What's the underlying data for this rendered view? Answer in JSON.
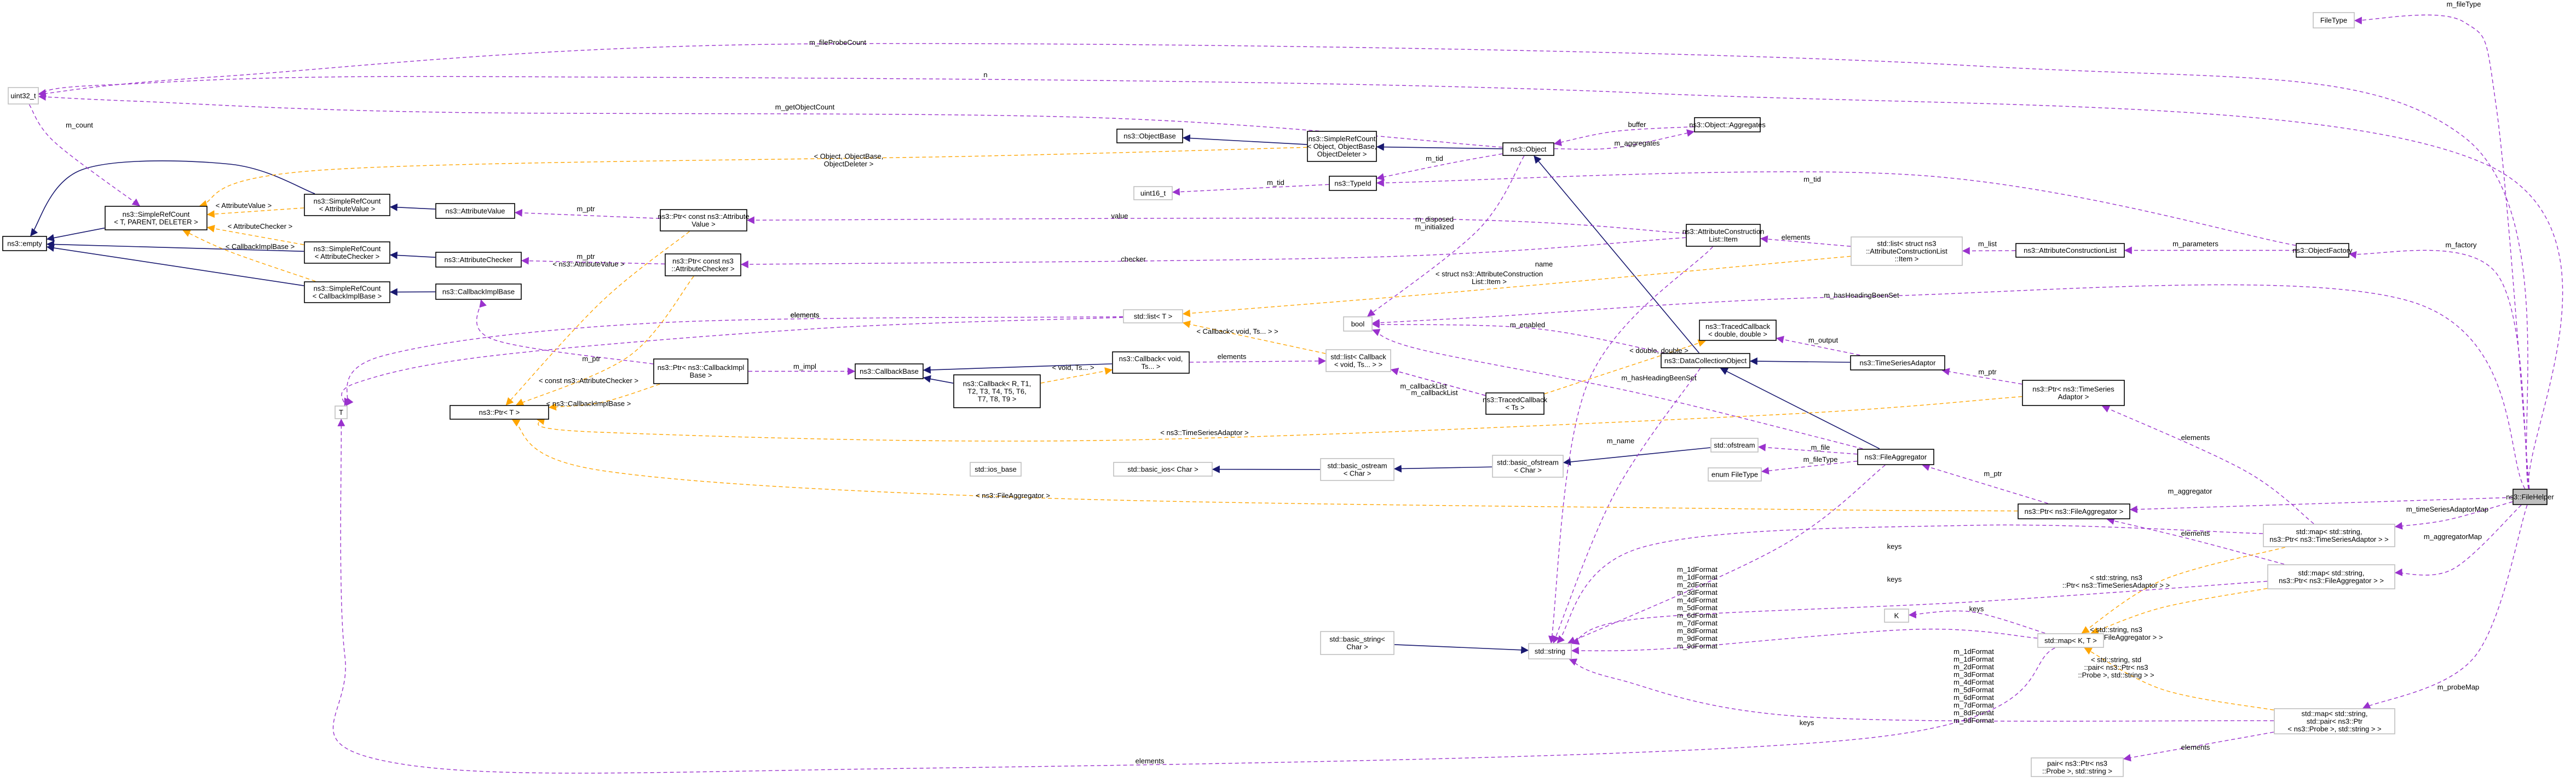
{
  "nodes": [
    {
      "id": "filehelper",
      "lines": [
        "ns3::FileHelper"
      ],
      "style": "highlight"
    },
    {
      "id": "filetype",
      "lines": [
        "FileType"
      ],
      "style": "external"
    },
    {
      "id": "uint32",
      "lines": [
        "uint32_t"
      ],
      "style": "external"
    },
    {
      "id": "empty",
      "lines": [
        "ns3::empty"
      ],
      "style": "normal"
    },
    {
      "id": "simplerefcount_t",
      "lines": [
        "ns3::SimpleRefCount",
        "< T, PARENT, DELETER >"
      ],
      "style": "normal"
    },
    {
      "id": "simplerefcount_attrvalue",
      "lines": [
        "ns3::SimpleRefCount",
        "< AttributeValue >"
      ],
      "style": "normal"
    },
    {
      "id": "simplerefcount_attrchecker",
      "lines": [
        "ns3::SimpleRefCount",
        "< AttributeChecker >"
      ],
      "style": "normal"
    },
    {
      "id": "simplerefcount_callbackimpl",
      "lines": [
        "ns3::SimpleRefCount",
        "< CallbackImplBase >"
      ],
      "style": "normal"
    },
    {
      "id": "attributevalue",
      "lines": [
        "ns3::AttributeValue"
      ],
      "style": "normal"
    },
    {
      "id": "attributechecker",
      "lines": [
        "ns3::AttributeChecker"
      ],
      "style": "normal"
    },
    {
      "id": "callbackimplbase",
      "lines": [
        "ns3::CallbackImplBase"
      ],
      "style": "normal"
    },
    {
      "id": "ptr_attrvalue",
      "lines": [
        "ns3::Ptr< const ns3::Attribute",
        "Value >"
      ],
      "style": "normal"
    },
    {
      "id": "ptr_attrchecker",
      "lines": [
        "ns3::Ptr< const ns3",
        "::AttributeChecker >"
      ],
      "style": "normal"
    },
    {
      "id": "ptr_callbackimpl",
      "lines": [
        "ns3::Ptr< ns3::CallbackImpl",
        "Base >"
      ],
      "style": "normal"
    },
    {
      "id": "ptr_t",
      "lines": [
        "ns3::Ptr< T >"
      ],
      "style": "normal"
    },
    {
      "id": "t",
      "lines": [
        "T"
      ],
      "style": "external"
    },
    {
      "id": "objectbase",
      "lines": [
        "ns3::ObjectBase"
      ],
      "style": "normal"
    },
    {
      "id": "simplerefcount_object",
      "lines": [
        "ns3::SimpleRefCount",
        "< Object, ObjectBase,",
        "ObjectDeleter >"
      ],
      "style": "normal"
    },
    {
      "id": "object",
      "lines": [
        "ns3::Object"
      ],
      "style": "normal"
    },
    {
      "id": "aggregates",
      "lines": [
        "ns3::Object::Aggregates"
      ],
      "style": "normal"
    },
    {
      "id": "typeid",
      "lines": [
        "ns3::TypeId"
      ],
      "style": "normal"
    },
    {
      "id": "uint16",
      "lines": [
        "uint16_t"
      ],
      "style": "external"
    },
    {
      "id": "bool",
      "lines": [
        "bool"
      ],
      "style": "external"
    },
    {
      "id": "list_t",
      "lines": [
        "std::list< T >"
      ],
      "style": "external"
    },
    {
      "id": "callbackbase",
      "lines": [
        "ns3::CallbackBase"
      ],
      "style": "normal"
    },
    {
      "id": "callback_void_ts",
      "lines": [
        "ns3::Callback< void,",
        "Ts... >"
      ],
      "style": "normal"
    },
    {
      "id": "callback_r",
      "lines": [
        "ns3::Callback< R, T1,",
        "T2, T3, T4, T5, T6,",
        "T7, T8, T9 >"
      ],
      "style": "normal"
    },
    {
      "id": "list_callback",
      "lines": [
        "std::list< Callback",
        "< void, Ts... > >"
      ],
      "style": "external"
    },
    {
      "id": "tracedcallback_ts",
      "lines": [
        "ns3::TracedCallback",
        "< Ts >"
      ],
      "style": "normal"
    },
    {
      "id": "attrconstruction_item",
      "lines": [
        "ns3::AttributeConstruction",
        "List::Item"
      ],
      "style": "normal"
    },
    {
      "id": "list_item",
      "lines": [
        "std::list< struct ns3",
        "::AttributeConstructionList",
        "::Item >"
      ],
      "style": "external"
    },
    {
      "id": "attrconstructionlist",
      "lines": [
        "ns3::AttributeConstructionList"
      ],
      "style": "normal"
    },
    {
      "id": "objectfactory",
      "lines": [
        "ns3::ObjectFactory"
      ],
      "style": "normal"
    },
    {
      "id": "tracedcallback_double",
      "lines": [
        "ns3::TracedCallback",
        "< double, double >"
      ],
      "style": "normal"
    },
    {
      "id": "timeseriesadaptor",
      "lines": [
        "ns3::TimeSeriesAdaptor"
      ],
      "style": "normal"
    },
    {
      "id": "datacollectionobject",
      "lines": [
        "ns3::DataCollectionObject"
      ],
      "style": "normal"
    },
    {
      "id": "ptr_timeseries",
      "lines": [
        "ns3::Ptr< ns3::TimeSeries",
        "Adaptor >"
      ],
      "style": "normal"
    },
    {
      "id": "ofstream",
      "lines": [
        "std::ofstream"
      ],
      "style": "external"
    },
    {
      "id": "basic_ofstream",
      "lines": [
        "std::basic_ofstream",
        "< Char >"
      ],
      "style": "external"
    },
    {
      "id": "basic_ostream",
      "lines": [
        "std::basic_ostream",
        "< Char >"
      ],
      "style": "external"
    },
    {
      "id": "basic_ios",
      "lines": [
        "std::basic_ios< Char >"
      ],
      "style": "external"
    },
    {
      "id": "ios_base",
      "lines": [
        "std::ios_base"
      ],
      "style": "external"
    },
    {
      "id": "enum_filetype",
      "lines": [
        "enum FileType"
      ],
      "style": "external"
    },
    {
      "id": "fileaggregator",
      "lines": [
        "ns3::FileAggregator"
      ],
      "style": "normal"
    },
    {
      "id": "ptr_fileaggregator",
      "lines": [
        "ns3::Ptr< ns3::FileAggregator >"
      ],
      "style": "normal"
    },
    {
      "id": "map_timeseries",
      "lines": [
        "std::map< std::string,",
        "ns3::Ptr< ns3::TimeSeriesAdaptor > >"
      ],
      "style": "external"
    },
    {
      "id": "map_fileaggregator",
      "lines": [
        "std::map< std::string,",
        "ns3::Ptr< ns3::FileAggregator > >"
      ],
      "style": "external"
    },
    {
      "id": "k",
      "lines": [
        "K"
      ],
      "style": "external"
    },
    {
      "id": "map_kt",
      "lines": [
        "std::map< K, T >"
      ],
      "style": "external"
    },
    {
      "id": "string",
      "lines": [
        "std::string"
      ],
      "style": "external"
    },
    {
      "id": "basic_string",
      "lines": [
        "std::basic_string<",
        "Char >"
      ],
      "style": "external"
    },
    {
      "id": "map_probe",
      "lines": [
        "std::map< std::string,",
        "std::pair< ns3::Ptr",
        "< ns3::Probe >, std::string > >"
      ],
      "style": "external"
    },
    {
      "id": "pair_probe",
      "lines": [
        "pair< ns3::Ptr< ns3",
        "::Probe >, std::string >"
      ],
      "style": "external"
    }
  ],
  "edges": [
    {
      "id": "e01",
      "type": "inheritance",
      "lines": []
    },
    {
      "id": "e02",
      "type": "inheritance",
      "lines": []
    },
    {
      "id": "e03",
      "type": "inheritance",
      "lines": []
    },
    {
      "id": "e04",
      "type": "inheritance",
      "lines": []
    },
    {
      "id": "e05",
      "type": "inheritance",
      "lines": []
    },
    {
      "id": "e06",
      "type": "inheritance",
      "lines": []
    },
    {
      "id": "e07",
      "type": "inheritance",
      "lines": []
    },
    {
      "id": "e08",
      "type": "inheritance",
      "lines": []
    },
    {
      "id": "e09",
      "type": "inheritance",
      "lines": []
    },
    {
      "id": "e10",
      "type": "inheritance",
      "lines": []
    },
    {
      "id": "e11",
      "type": "inheritance",
      "lines": []
    },
    {
      "id": "e12",
      "type": "inheritance",
      "lines": []
    },
    {
      "id": "e13",
      "type": "inheritance",
      "lines": []
    },
    {
      "id": "e14",
      "type": "inheritance",
      "lines": []
    },
    {
      "id": "e15",
      "type": "inheritance",
      "lines": []
    },
    {
      "id": "e16",
      "type": "inheritance",
      "lines": []
    },
    {
      "id": "e17",
      "type": "inheritance",
      "lines": []
    },
    {
      "id": "e18",
      "type": "inheritance",
      "lines": []
    },
    {
      "id": "u01",
      "type": "usage",
      "lines": [
        "m_fileType"
      ]
    },
    {
      "id": "u02",
      "type": "usage",
      "lines": [
        "m_fileProbeCount"
      ]
    },
    {
      "id": "u03",
      "type": "usage",
      "lines": [
        "m_count"
      ]
    },
    {
      "id": "u04",
      "type": "usage",
      "lines": [
        "m_getObjectCount"
      ]
    },
    {
      "id": "u05",
      "type": "usage",
      "lines": [
        "n"
      ]
    },
    {
      "id": "u06",
      "type": "usage",
      "lines": [
        "m_ptr"
      ]
    },
    {
      "id": "u07",
      "type": "usage",
      "lines": [
        "m_ptr"
      ]
    },
    {
      "id": "u08",
      "type": "usage",
      "lines": [
        "value"
      ]
    },
    {
      "id": "u09",
      "type": "usage",
      "lines": [
        "checker"
      ]
    },
    {
      "id": "u10",
      "type": "usage",
      "lines": [
        "m_impl"
      ]
    },
    {
      "id": "u11",
      "type": "usage",
      "lines": [
        "m_ptr"
      ]
    },
    {
      "id": "u12",
      "type": "usage",
      "lines": [
        "buffer"
      ]
    },
    {
      "id": "u13",
      "type": "usage",
      "lines": [
        "m_aggregates"
      ]
    },
    {
      "id": "u14",
      "type": "usage",
      "lines": [
        "m_tid"
      ]
    },
    {
      "id": "u15",
      "type": "usage",
      "lines": [
        "m_tid"
      ]
    },
    {
      "id": "u16",
      "type": "usage",
      "lines": [
        "m_tid"
      ]
    },
    {
      "id": "u17",
      "type": "usage",
      "lines": [
        "m_disposed",
        "m_initialized"
      ]
    },
    {
      "id": "u18",
      "type": "usage",
      "lines": [
        "name"
      ]
    },
    {
      "id": "u19",
      "type": "usage",
      "lines": [
        "elements"
      ]
    },
    {
      "id": "u20",
      "type": "usage",
      "lines": [
        "m_list"
      ]
    },
    {
      "id": "u21",
      "type": "usage",
      "lines": [
        "m_parameters"
      ]
    },
    {
      "id": "u22",
      "type": "usage",
      "lines": [
        "m_factory"
      ]
    },
    {
      "id": "u23",
      "type": "usage",
      "lines": [
        "elements"
      ]
    },
    {
      "id": "u24",
      "type": "usage",
      "lines": [
        "elements"
      ]
    },
    {
      "id": "u25",
      "type": "usage",
      "lines": [
        "m_callbackList"
      ]
    },
    {
      "id": "u26",
      "type": "usage",
      "lines": [
        "m_hasHeadingBeenSet"
      ]
    },
    {
      "id": "u27",
      "type": "usage",
      "lines": [
        "m_enabled"
      ]
    },
    {
      "id": "u28",
      "type": "usage",
      "lines": [
        "m_output"
      ]
    },
    {
      "id": "u29",
      "type": "usage",
      "lines": [
        "m_hasHeadingBeenSet"
      ]
    },
    {
      "id": "u30",
      "type": "usage",
      "lines": [
        "m_name"
      ]
    },
    {
      "id": "u31",
      "type": "usage",
      "lines": [
        "m_ptr"
      ]
    },
    {
      "id": "u32",
      "type": "usage",
      "lines": [
        "elements"
      ]
    },
    {
      "id": "u33",
      "type": "usage",
      "lines": [
        "m_file"
      ]
    },
    {
      "id": "u34",
      "type": "usage",
      "lines": [
        "m_fileType"
      ]
    },
    {
      "id": "u35",
      "type": "usage",
      "lines": [
        "m_1dFormat",
        "m_1dFormat",
        "m_2dFormat",
        "m_3dFormat",
        "m_4dFormat",
        "m_5dFormat",
        "m_6dFormat",
        "m_7dFormat",
        "m_8dFormat",
        "m_9dFormat",
        "m_9dFormat"
      ]
    },
    {
      "id": "u36",
      "type": "usage",
      "lines": [
        "m_ptr"
      ]
    },
    {
      "id": "u37",
      "type": "usage",
      "lines": [
        "m_aggregator"
      ]
    },
    {
      "id": "u38",
      "type": "usage",
      "lines": [
        "m_timeSeriesAdaptorMap"
      ]
    },
    {
      "id": "u39",
      "type": "usage",
      "lines": [
        "elements"
      ]
    },
    {
      "id": "u40",
      "type": "usage",
      "lines": [
        "m_aggregatorMap"
      ]
    },
    {
      "id": "u41",
      "type": "usage",
      "lines": [
        "keys"
      ]
    },
    {
      "id": "u42",
      "type": "usage",
      "lines": [
        "keys"
      ]
    },
    {
      "id": "u43",
      "type": "usage",
      "lines": [
        "keys"
      ]
    },
    {
      "id": "u44",
      "type": "usage",
      "lines": [
        "m_1dFormat",
        "m_1dFormat",
        "m_2dFormat",
        "m_3dFormat",
        "m_4dFormat",
        "m_5dFormat",
        "m_6dFormat",
        "m_7dFormat",
        "m_8dFormat",
        "m_9dFormat"
      ]
    },
    {
      "id": "u45",
      "type": "usage",
      "lines": [
        "keys"
      ]
    },
    {
      "id": "u46",
      "type": "usage",
      "lines": [
        "elements"
      ]
    },
    {
      "id": "u47",
      "type": "usage",
      "lines": [
        "m_probeMap"
      ]
    },
    {
      "id": "u48",
      "type": "usage",
      "lines": [
        "elements"
      ]
    },
    {
      "id": "u49",
      "type": "usage",
      "lines": [
        "elements"
      ]
    },
    {
      "id": "u50",
      "type": "usage",
      "lines": [
        "m_callbackList"
      ]
    },
    {
      "id": "t01",
      "type": "template",
      "lines": [
        "< Object, ObjectBase,",
        "ObjectDeleter >"
      ]
    },
    {
      "id": "t02",
      "type": "template",
      "lines": [
        "< AttributeValue >"
      ]
    },
    {
      "id": "t03",
      "type": "template",
      "lines": [
        "< AttributeChecker >"
      ]
    },
    {
      "id": "t04",
      "type": "template",
      "lines": [
        "< CallbackImplBase >"
      ]
    },
    {
      "id": "t05",
      "type": "template",
      "lines": [
        "< ns3::AttributeValue >"
      ]
    },
    {
      "id": "t06",
      "type": "template",
      "lines": [
        "< const ns3::AttributeChecker >"
      ]
    },
    {
      "id": "t07",
      "type": "template",
      "lines": [
        "< ns3::CallbackImplBase >"
      ]
    },
    {
      "id": "t08",
      "type": "template",
      "lines": [
        "< ns3::TimeSeriesAdaptor >"
      ]
    },
    {
      "id": "t09",
      "type": "template",
      "lines": [
        "< ns3::FileAggregator >"
      ]
    },
    {
      "id": "t10",
      "type": "template",
      "lines": [
        "< struct ns3::AttributeConstruction",
        "List::Item >"
      ]
    },
    {
      "id": "t11",
      "type": "template",
      "lines": [
        "< Callback< void, Ts... > >"
      ]
    },
    {
      "id": "t12",
      "type": "template",
      "lines": [
        "< void, Ts... >"
      ]
    },
    {
      "id": "t13",
      "type": "template",
      "lines": [
        "< double, double >"
      ]
    },
    {
      "id": "t14",
      "type": "template",
      "lines": [
        "< std::string, ns3",
        "::Ptr< ns3::TimeSeriesAdaptor > >"
      ]
    },
    {
      "id": "t15",
      "type": "template",
      "lines": [
        "< std::string, ns3",
        "::Ptr< ns3::FileAggregator > >"
      ]
    },
    {
      "id": "t16",
      "type": "template",
      "lines": [
        "< std::string, std",
        "::pair< ns3::Ptr< ns3",
        "::Probe >, std::string > >"
      ]
    }
  ]
}
